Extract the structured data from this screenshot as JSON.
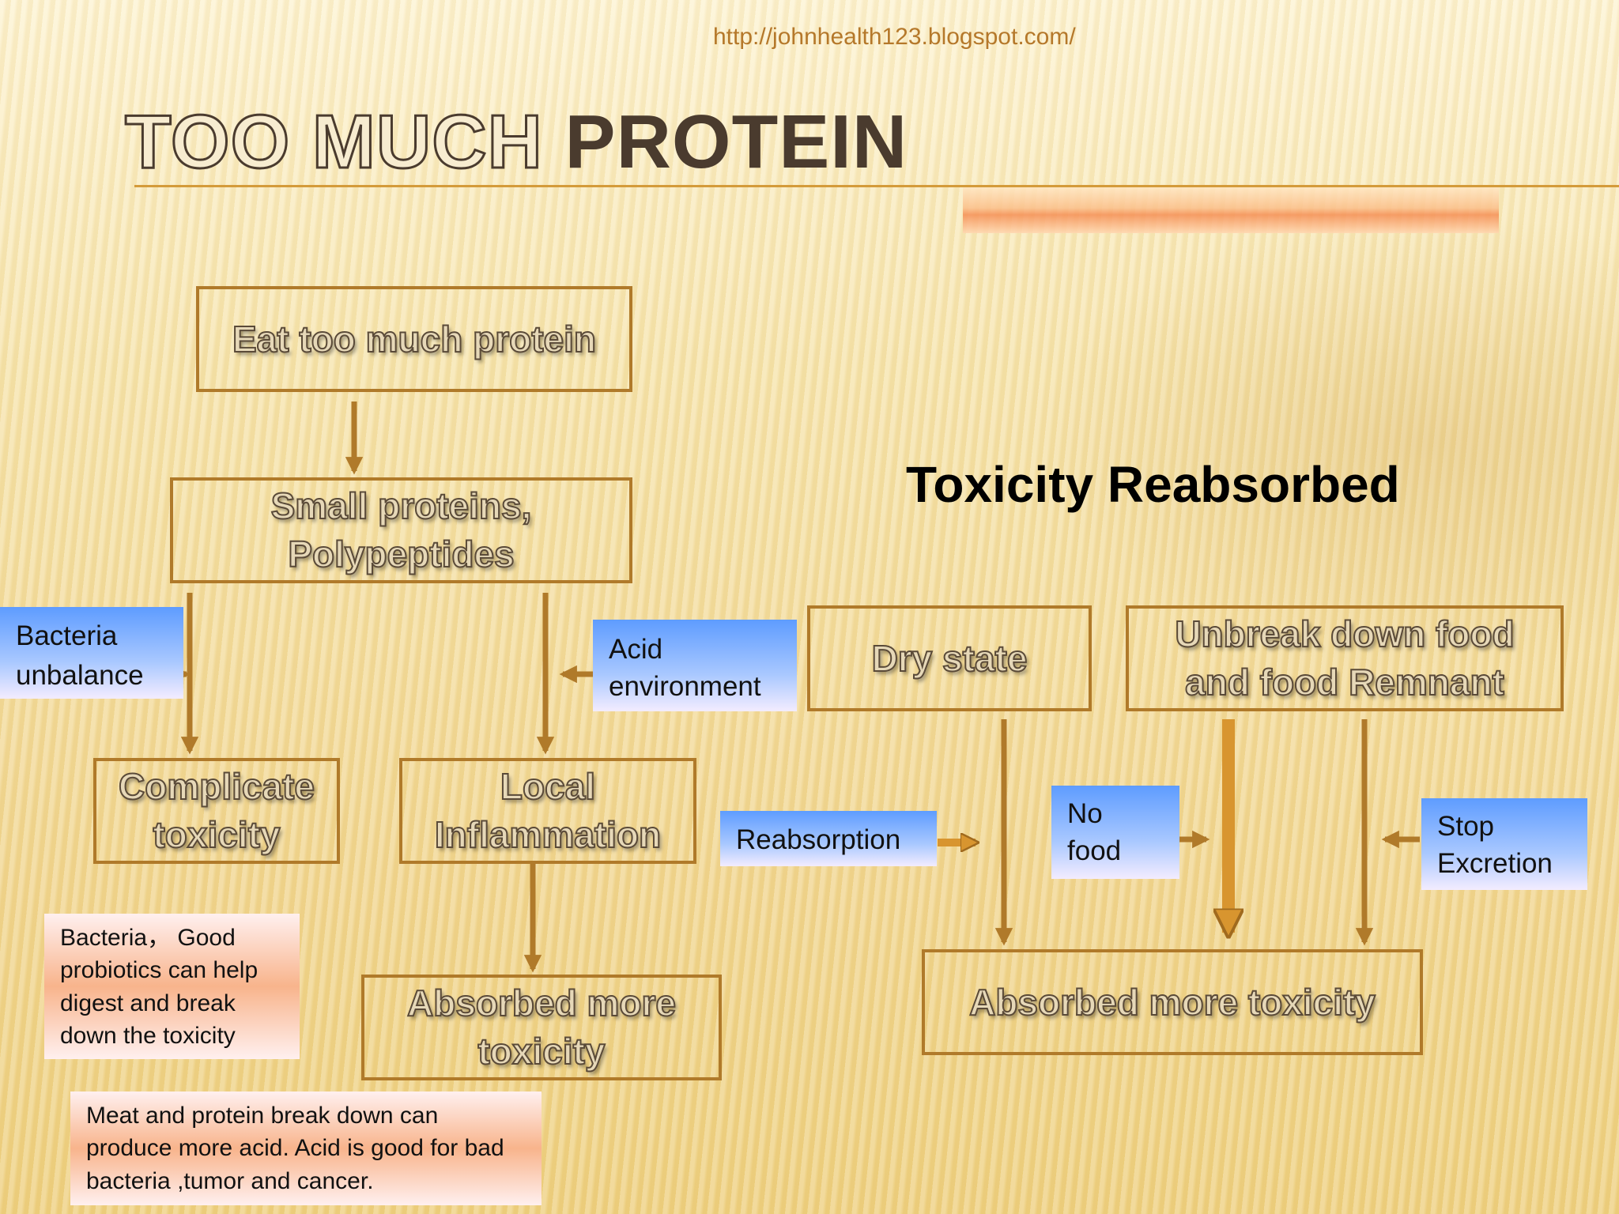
{
  "url": "http://johnhealth123.blogspot.com/",
  "title": {
    "part1": "TOO MUCH",
    "part2": "PROTEIN"
  },
  "heading": "Toxicity Reabsorbed",
  "boxes": {
    "eat": "Eat too much protein",
    "small": "Small proteins, Polypeptides",
    "complicate": "Complicate toxicity",
    "local": "Local Inflammation",
    "absorbed_left": "Absorbed more toxicity",
    "dry": "Dry state",
    "unbreak": "Unbreak down food and food Remnant",
    "absorbed_right": "Absorbed more toxicity"
  },
  "notes": {
    "bacteria_unbalance": "Bacteria unbalance",
    "acid_environment": "Acid environment",
    "reabsorption": "Reabsorption",
    "no_food": "No food",
    "stop_excretion": "Stop Excretion",
    "probiotics": "Bacteria， Good probiotics can help digest and break down  the toxicity",
    "meat_acid": "Meat and protein break down can produce more acid. Acid is good for bad bacteria  ,tumor and cancer."
  },
  "colors": {
    "box_border": "#b07a2a",
    "arrow": "#b07a2a",
    "note_blue": "#5e9cff",
    "note_peach": "#f8b48c"
  }
}
